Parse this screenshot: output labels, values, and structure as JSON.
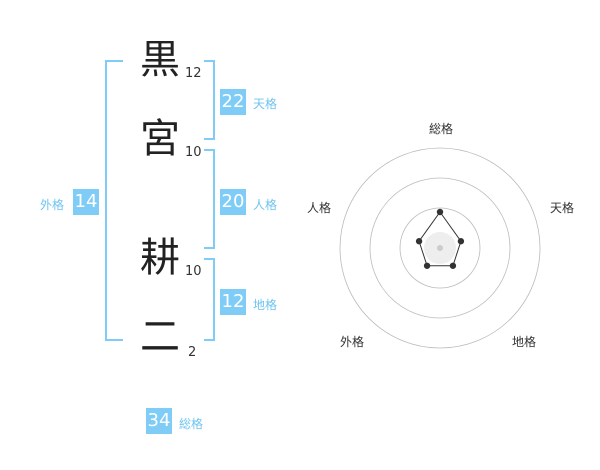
{
  "name": {
    "surname": [
      {
        "char": "黒",
        "strokes": "12"
      },
      {
        "char": "宮",
        "strokes": "10"
      }
    ],
    "given": [
      {
        "char": "耕",
        "strokes": "10"
      },
      {
        "char": "二",
        "strokes": "2"
      }
    ]
  },
  "fortunes": {
    "tenkaku": {
      "label": "天格",
      "value": "22"
    },
    "jinkaku": {
      "label": "人格",
      "value": "20"
    },
    "chikaku": {
      "label": "地格",
      "value": "12"
    },
    "gaikaku": {
      "label": "外格",
      "value": "14"
    },
    "soukaku": {
      "label": "総格",
      "value": "34"
    }
  },
  "radar": {
    "axes": [
      "総格",
      "天格",
      "地格",
      "外格",
      "人格"
    ],
    "values": [
      0.36,
      0.22,
      0.22,
      0.22,
      0.22
    ],
    "line_color": "#333333",
    "ring_color": "#bbbbbb"
  },
  "colors": {
    "accent": "#7fcdf7",
    "accent_text": "#6fc4f0"
  }
}
